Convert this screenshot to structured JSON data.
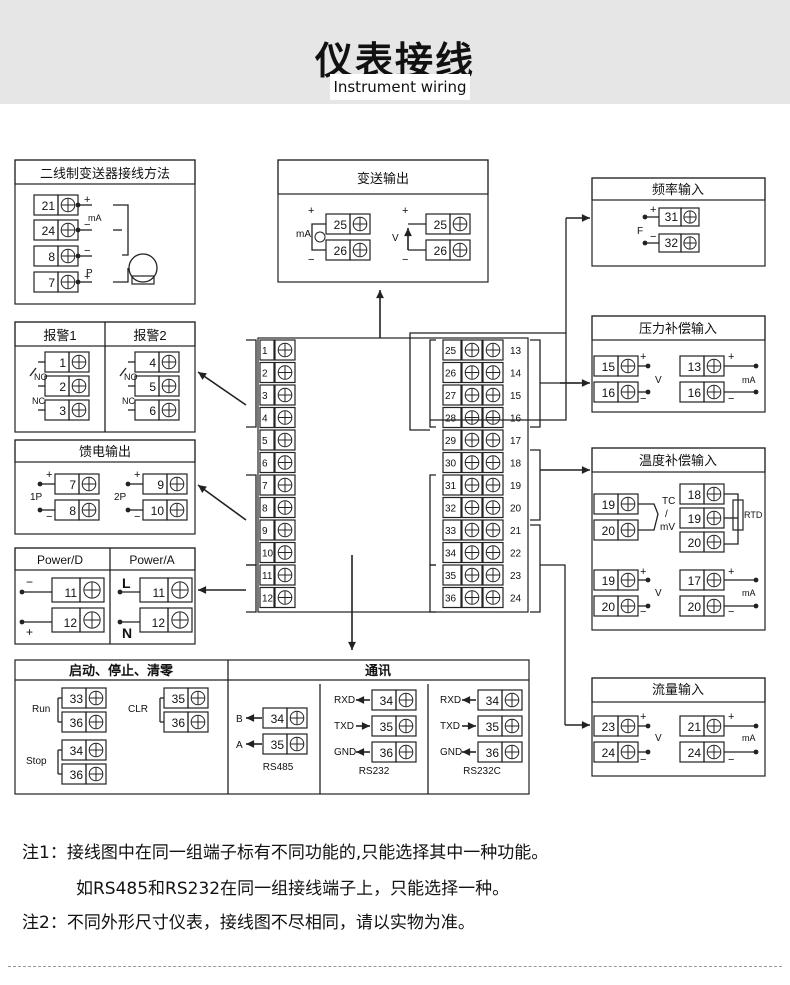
{
  "header": {
    "title": "仪表接线",
    "subtitle": "Instrument wiring"
  },
  "panels": {
    "two_wire": {
      "title": "二线制变送器接线方法",
      "terminals": [
        "21",
        "24",
        "8",
        "7"
      ],
      "signs": [
        "+",
        "−",
        "−",
        "+"
      ],
      "mA": "mA",
      "P": "P"
    },
    "transmit": {
      "title": "变送输出",
      "mA": "mA",
      "V": "V",
      "terminals": [
        "25",
        "26",
        "25",
        "26"
      ],
      "signs": [
        "+",
        "−",
        "+",
        "−"
      ]
    },
    "alarm": {
      "alarm1": "报警1",
      "alarm2": "报警2",
      "no": "NO",
      "nc": "NC",
      "t1": [
        "1",
        "2",
        "3"
      ],
      "t2": [
        "4",
        "5",
        "6"
      ]
    },
    "feed": {
      "title": "馈电输出",
      "p1": "1P",
      "p2": "2P",
      "t1": [
        "7",
        "8"
      ],
      "t2": [
        "9",
        "10"
      ],
      "signs": [
        "+",
        "−"
      ]
    },
    "power": {
      "d": "Power/D",
      "a": "Power/A",
      "t": [
        "11",
        "12"
      ],
      "d_signs": [
        "−",
        "+"
      ],
      "L": "L",
      "N": "N"
    },
    "control": {
      "title": "启动、停止、清零",
      "run": "Run",
      "stop": "Stop",
      "clr": "CLR",
      "run_t": [
        "33",
        "36"
      ],
      "stop_t": [
        "34",
        "36"
      ],
      "clr_t": [
        "35",
        "36"
      ]
    },
    "comm": {
      "title": "通讯",
      "b": "B",
      "a": "A",
      "rs485_t": [
        "34",
        "35"
      ],
      "rs485": "RS485",
      "rxd": "RXD",
      "txd": "TXD",
      "gnd": "GND",
      "rs232_t": [
        "34",
        "35",
        "36"
      ],
      "rs232": "RS232",
      "rs232c": "RS232C"
    },
    "freq": {
      "title": "频率输入",
      "F": "F",
      "t": [
        "31",
        "32"
      ],
      "signs": [
        "+",
        "−"
      ]
    },
    "pressure": {
      "title": "压力补偿输入",
      "tv": [
        "15",
        "16"
      ],
      "ta": [
        "13",
        "16"
      ],
      "V": "V",
      "mA": "mA",
      "signs": [
        "+",
        "−"
      ]
    },
    "temp": {
      "title": "温度补偿输入",
      "tc_t": [
        "19",
        "20"
      ],
      "tc": "TC",
      "slash": "/",
      "mv": "mV",
      "rtd_t": [
        "18",
        "19",
        "20"
      ],
      "rtd": "RTD",
      "tv": [
        "19",
        "20"
      ],
      "ta": [
        "17",
        "20"
      ],
      "V": "V",
      "mA": "mA",
      "signs": [
        "+",
        "−"
      ]
    },
    "flow": {
      "title": "流量输入",
      "tv": [
        "23",
        "24"
      ],
      "ta": [
        "21",
        "24"
      ],
      "V": "V",
      "mA": "mA",
      "signs": [
        "+",
        "−"
      ]
    }
  },
  "main_block": {
    "left": [
      "1",
      "2",
      "3",
      "4",
      "5",
      "6",
      "7",
      "8",
      "9",
      "10",
      "11",
      "12"
    ],
    "right_a": [
      "25",
      "26",
      "27",
      "28",
      "29",
      "30",
      "31",
      "32",
      "33",
      "34",
      "35",
      "36"
    ],
    "right_b": [
      "13",
      "14",
      "15",
      "16",
      "17",
      "18",
      "19",
      "20",
      "21",
      "22",
      "23",
      "24"
    ]
  },
  "notes": {
    "n1": "注1：接线图中在同一组端子标有不同功能的,只能选择其中一种功能。",
    "n1b": "如RS485和RS232在同一组接线端子上，只能选择一种。",
    "n2": "注2：不同外形尺寸仪表，接线图不尽相同，请以实物为准。"
  }
}
